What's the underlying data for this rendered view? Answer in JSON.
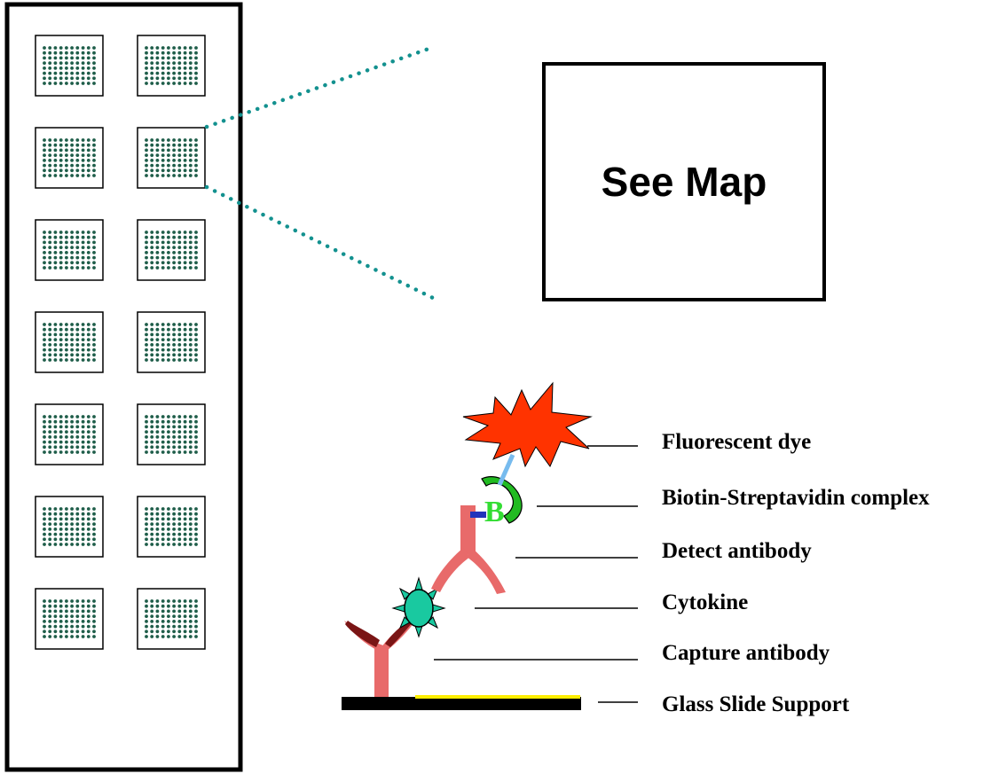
{
  "map_box": {
    "label": "See Map"
  },
  "slide": {
    "array_rows": 7,
    "array_cols": 2,
    "spot_rows": 8,
    "spot_cols": 10,
    "spot_color": "#1f5e4a"
  },
  "assay": {
    "biotin_letter": "B",
    "labels": [
      "Fluorescent dye",
      "Biotin-Streptavidin complex",
      "Detect antibody",
      "Cytokine",
      "Capture antibody",
      "Glass Slide Support"
    ]
  },
  "colors": {
    "zoom_dots": "#13918f",
    "dye": "#ff3300",
    "streptavidin": "#22bb22",
    "biotin_linker": "#2233bb",
    "dye_linker": "#77bbee",
    "antibody": "#e86a6a",
    "capture_antibody_tip": "#7a1515",
    "cytokine": "#19c9a0",
    "slide_surface": "#ffee00"
  }
}
